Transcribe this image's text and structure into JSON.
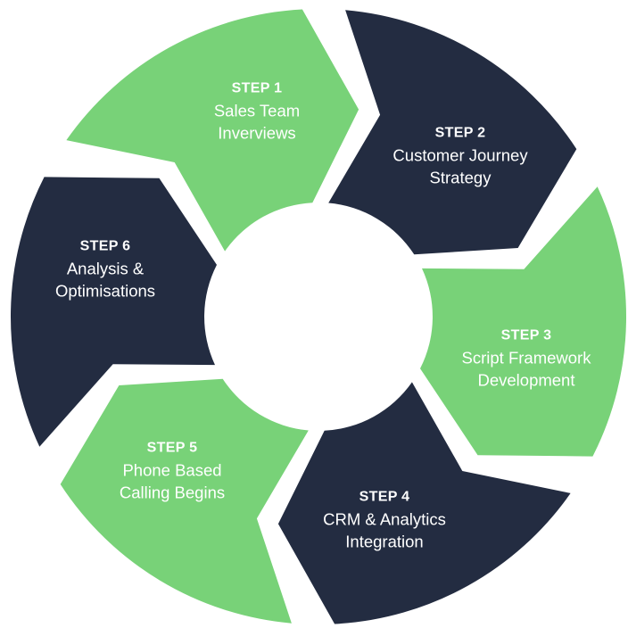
{
  "colors": {
    "green": "#78d278",
    "navy": "#232c41",
    "center": "#ffffff",
    "text": "#ffffff"
  },
  "steps": [
    {
      "step": "STEP 1",
      "lines": [
        "Sales Team",
        "Inverviews"
      ],
      "color": "green"
    },
    {
      "step": "STEP 2",
      "lines": [
        "Customer Journey",
        "Strategy"
      ],
      "color": "navy"
    },
    {
      "step": "STEP 3",
      "lines": [
        "Script Framework",
        "Development"
      ],
      "color": "green"
    },
    {
      "step": "STEP 4",
      "lines": [
        "CRM & Analytics",
        "Integration"
      ],
      "color": "navy"
    },
    {
      "step": "STEP 5",
      "lines": [
        "Phone Based",
        "Calling Begins"
      ],
      "color": "green"
    },
    {
      "step": "STEP 6",
      "lines": [
        "Analysis &",
        "Optimisations"
      ],
      "color": "navy"
    }
  ]
}
